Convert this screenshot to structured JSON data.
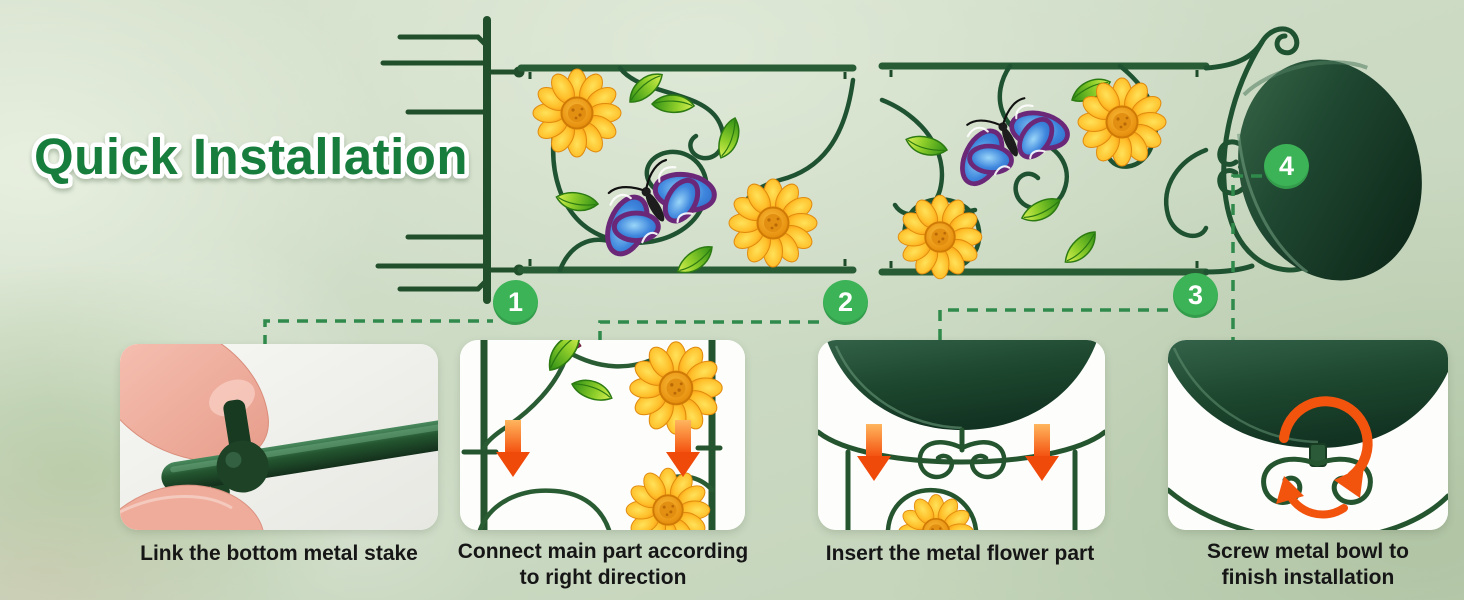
{
  "title": "Quick Installation",
  "steps": [
    {
      "number": "1",
      "lines": [
        "Link the bottom metal stake"
      ]
    },
    {
      "number": "2",
      "lines": [
        "Connect main part according",
        "to right direction"
      ]
    },
    {
      "number": "3",
      "lines": [
        "Insert the metal flower part"
      ]
    },
    {
      "number": "4",
      "lines": [
        "Screw metal bowl to",
        "finish installation"
      ]
    }
  ],
  "colors": {
    "title_green": "#177d3c",
    "badge_green": "#3cb357",
    "dashed_line_green": "#2f8a4b",
    "frame_green": "#1f5230",
    "arrow_orange": "#f3540e",
    "bowl_dark_green": "#1e4630",
    "sunflower_orange": "#ffa81e",
    "butterfly_blue": "#3e86dd",
    "butterfly_purple": "#6b2878",
    "caption_black": "#161616"
  }
}
